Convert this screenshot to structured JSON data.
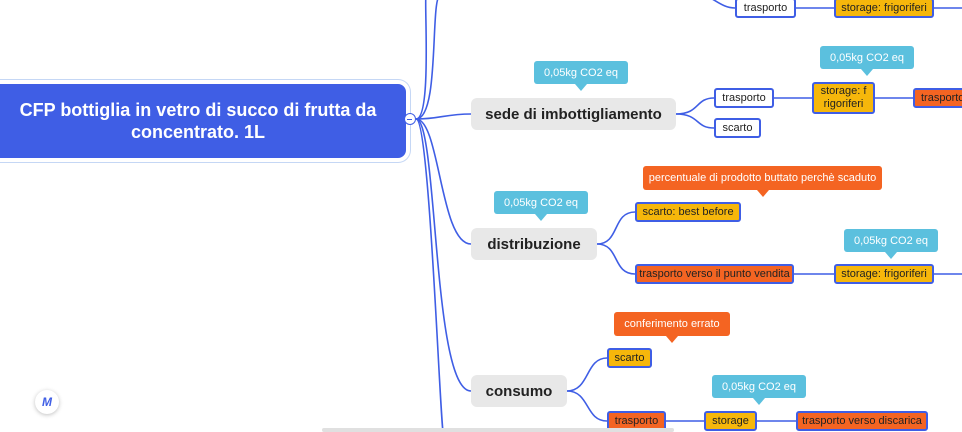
{
  "root": {
    "title": "CFP bottiglia in vetro di succo di frutta da concentrato. 1L"
  },
  "top_partial": {
    "trasporto": "trasporto",
    "storage": "storage: frigoriferi"
  },
  "sede": {
    "label": "sede di imbottigliamento",
    "co2": "0,05kg CO2 eq",
    "trasporto": "trasporto",
    "scarto": "scarto",
    "storage": "storage: f rigoriferi",
    "storage_co2": "0,05kg CO2 eq",
    "trasporto2": "trasporto"
  },
  "distribuzione": {
    "label": "distribuzione",
    "co2": "0,05kg CO2 eq",
    "scarto": "scarto: best before",
    "scarto_note": "percentuale di prodotto buttato perchè scaduto",
    "trasporto": "trasporto verso il punto vendita",
    "storage": "storage: frigoriferi",
    "storage_co2": "0,05kg CO2 eq"
  },
  "consumo": {
    "label": "consumo",
    "scarto": "scarto",
    "scarto_note": "conferimento errato",
    "trasporto": "trasporto",
    "storage": "storage",
    "storage_co2": "0,05kg CO2 eq",
    "discarica": "trasporto verso discarica"
  },
  "colors": {
    "accent": "#3f5ee5",
    "callout_blue": "#5bc0de",
    "orange": "#f46422",
    "yellow": "#f6b70b"
  },
  "icons": {
    "collapse": "minus-circle-icon",
    "logo": "app-logo-icon"
  }
}
